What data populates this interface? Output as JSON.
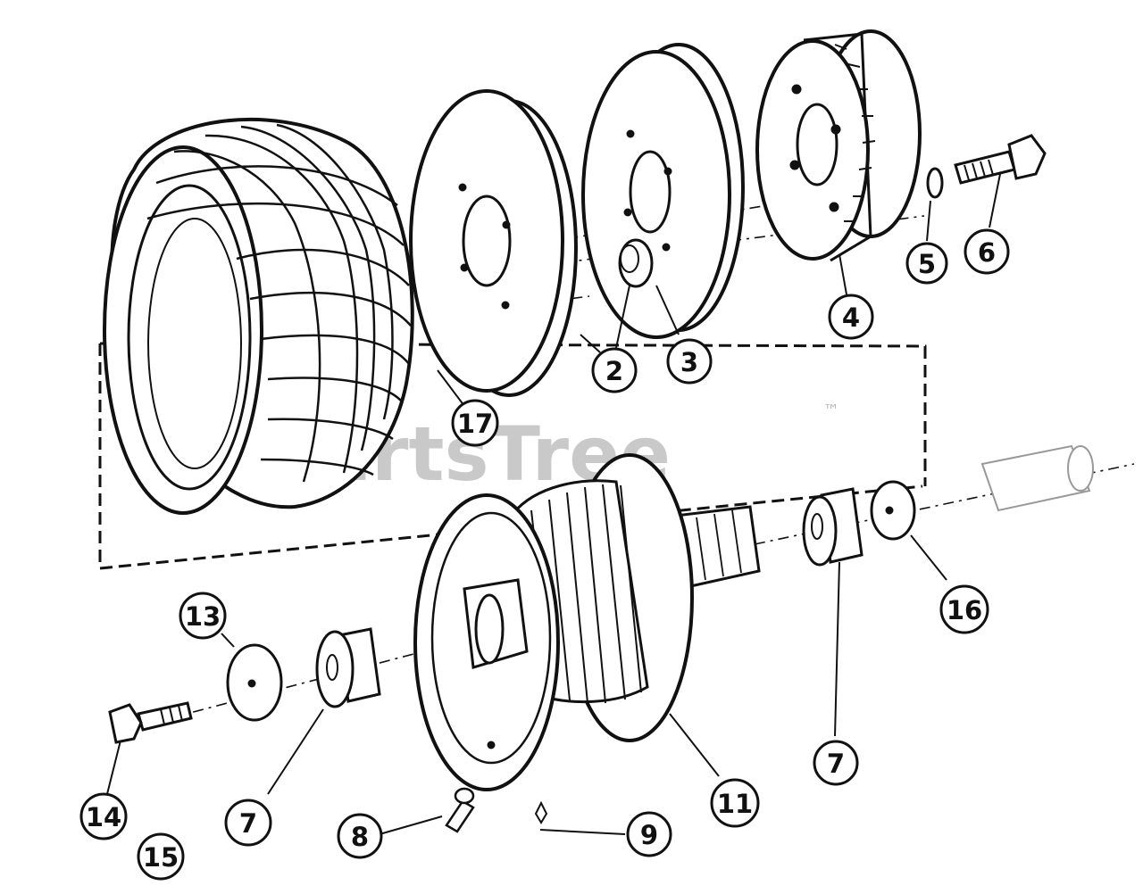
{
  "watermark": {
    "text": "PartsTree",
    "trademark": "™",
    "color": "#b8b8b8"
  },
  "colors": {
    "line": "#111111",
    "paper": "#ffffff"
  },
  "callouts": {
    "c2": "2",
    "c3": "3",
    "c4": "4",
    "c5": "5",
    "c6": "6",
    "c7a": "7",
    "c7b": "7",
    "c8": "8",
    "c9": "9",
    "c11": "11",
    "c13": "13",
    "c14": "14",
    "c15": "15",
    "c16": "16",
    "c17": "17"
  },
  "icons": {
    "tire": "tire-icon",
    "inner_rim": "rim-half-icon",
    "outer_rim": "rim-half-icon",
    "sprocket_wheel": "sprocket-icon",
    "bolt": "bolt-icon",
    "hub": "hub-icon",
    "bearing": "bearing-icon",
    "washer": "washer-icon",
    "spacer": "spacer-icon"
  }
}
